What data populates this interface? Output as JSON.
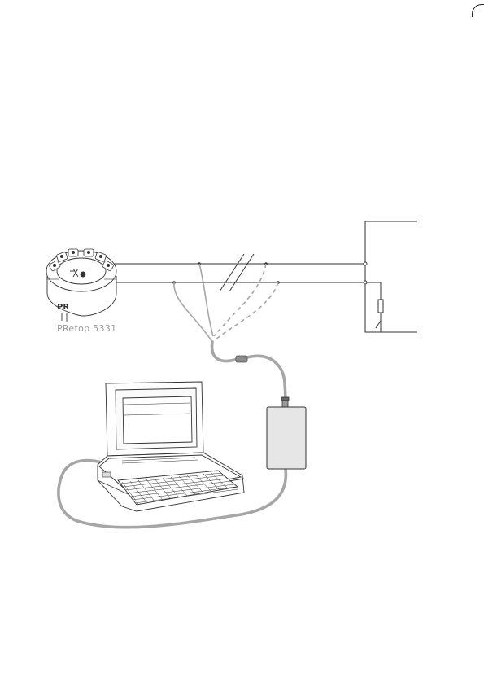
{
  "device": {
    "label": "PRetop 5331",
    "brand_mark": "PR",
    "icon": "temperature-transmitter-icon"
  },
  "colors": {
    "line": "#333333",
    "cable": "#a6a6a6",
    "loop_adapter": "#e6e6e6",
    "text_grey": "#9a9a9a"
  },
  "components": [
    "temperature-transmitter-icon",
    "laptop-icon",
    "loop-link-adapter-icon",
    "resistor-icon",
    "power-supply-box"
  ]
}
